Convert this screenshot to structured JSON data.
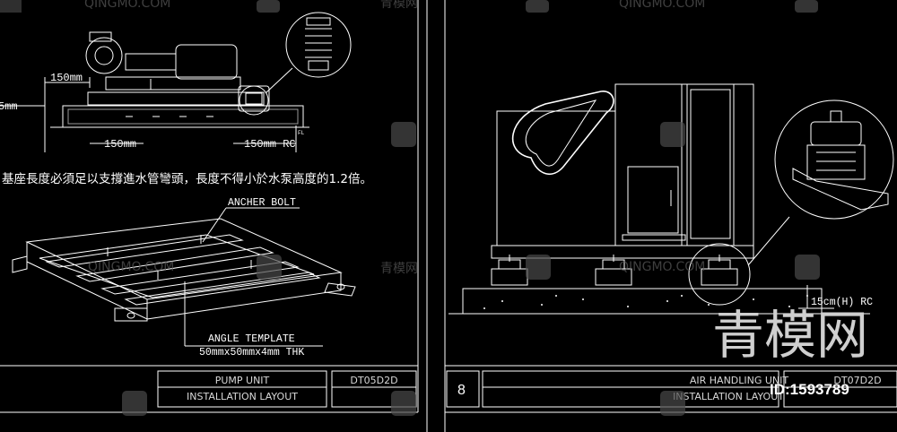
{
  "left_sheet": {
    "dims": {
      "top_width": "150mm",
      "left_height_partial": "5mm",
      "bottom_width": "150mm",
      "right_label": "150mm RC",
      "fl_label": "FL"
    },
    "note_cjk": "基座長度必須足以支撐進水管彎頭，長度不得小於水泵高度的1.2倍。",
    "anchor_bolt_label": "ANCHER BOLT",
    "angle_template_label": "ANGLE TEMPLATE",
    "angle_template_spec": "50mmx50mmx4mm THK",
    "title_block": {
      "title_line1": "PUMP UNIT",
      "title_line2": "INSTALLATION LAYOUT",
      "drawing_no": "DT05D2D"
    }
  },
  "right_sheet": {
    "height_label": "15cm(H) RC",
    "sheet_number": "8",
    "title_block": {
      "title_line1": "AIR HANDLING UNIT",
      "title_line2": "INSTALLATION LAYOUT",
      "drawing_no": "DT07D2D"
    }
  },
  "watermark": {
    "brand_latin": "QINGMO.COM",
    "brand_cjk": "青模网",
    "id_label": "ID:1593789"
  }
}
